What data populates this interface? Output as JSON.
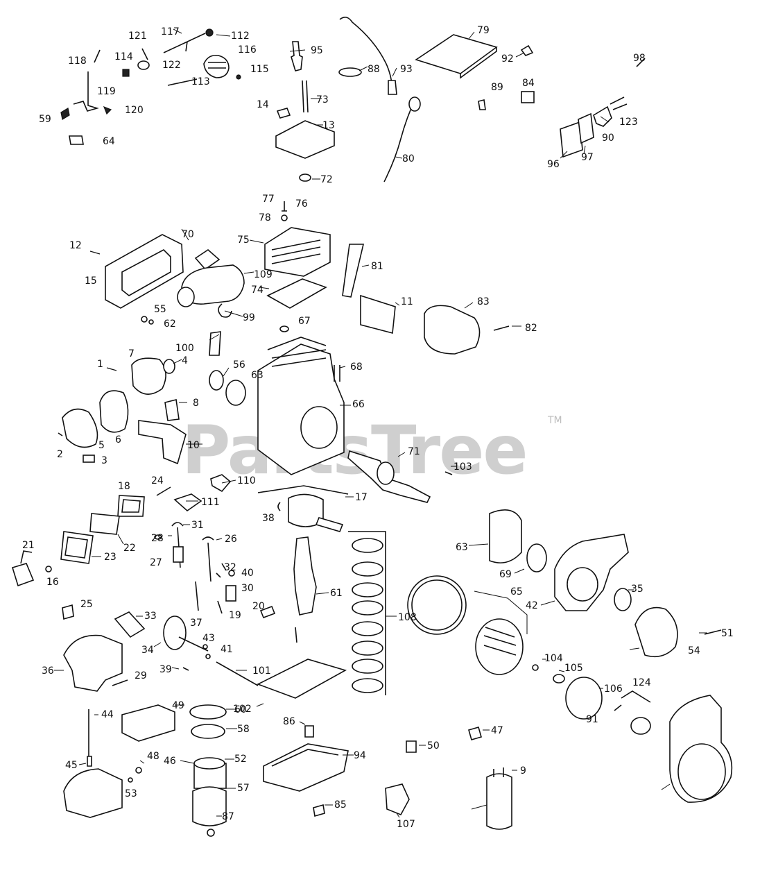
{
  "watermark": "PartsTree",
  "trademark": "TM",
  "labels": [
    "121",
    "117",
    "112",
    "118",
    "114",
    "122",
    "116",
    "95",
    "88",
    "93",
    "79",
    "92",
    "98",
    "119",
    "113",
    "115",
    "89",
    "84",
    "59",
    "120",
    "64",
    "14",
    "73",
    "13",
    "80",
    "123",
    "90",
    "96",
    "97",
    "72",
    "77",
    "76",
    "78",
    "70",
    "75",
    "12",
    "15",
    "109",
    "81",
    "74",
    "11",
    "83",
    "55",
    "62",
    "99",
    "67",
    "82",
    "1",
    "7",
    "4",
    "100",
    "56",
    "63",
    "68",
    "66",
    "8",
    "6",
    "5",
    "10",
    "2",
    "3",
    "71",
    "103",
    "18",
    "24",
    "110",
    "111",
    "17",
    "38",
    "31",
    "22",
    "26",
    "28",
    "23",
    "21",
    "16",
    "27",
    "32",
    "40",
    "30",
    "25",
    "37",
    "19",
    "20",
    "61",
    "108",
    "63",
    "65",
    "69",
    "42",
    "35",
    "33",
    "34",
    "43",
    "41",
    "36",
    "29",
    "39",
    "101",
    "102",
    "104",
    "105",
    "106",
    "124",
    "91",
    "51",
    "54",
    "44",
    "49",
    "60",
    "58",
    "86",
    "94",
    "47",
    "50",
    "45",
    "48",
    "46",
    "52",
    "53",
    "57",
    "87",
    "85",
    "107",
    "9"
  ]
}
